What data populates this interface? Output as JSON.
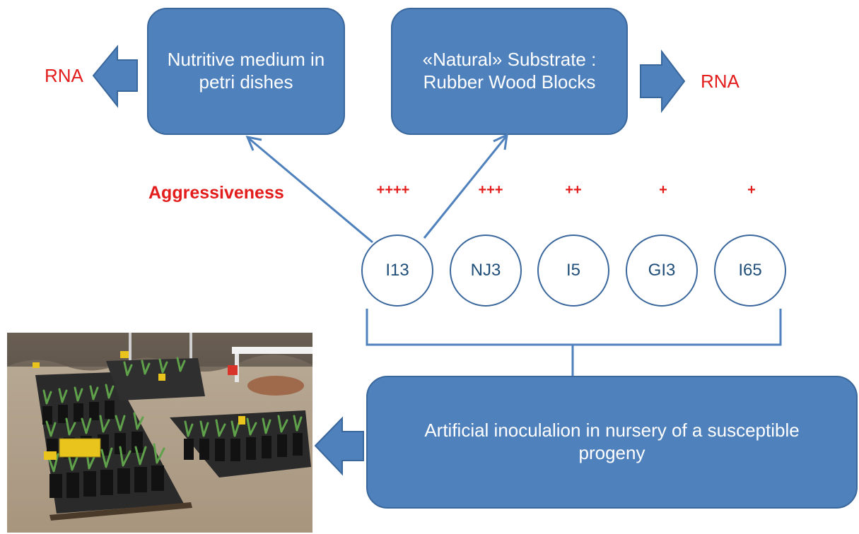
{
  "boxes": {
    "nutritive": "Nutritive medium in petri dishes",
    "natural": "«Natural» Substrate : Rubber Wood Blocks",
    "inoculation": "Artificial inoculalion in nursery of a susceptible progeny"
  },
  "rna": {
    "left": "RNA",
    "right": "RNA"
  },
  "aggressiveness": {
    "label": "Aggressiveness",
    "levels": [
      "++++",
      "+++",
      "++",
      "+",
      "+"
    ]
  },
  "isolates": [
    "I13",
    "NJ3",
    "I5",
    "GI3",
    "I65"
  ],
  "colors": {
    "box_fill": "#4f81bd",
    "box_border": "#3a679c",
    "accent_red": "#e31c1c",
    "circle_text": "#1f4e79"
  },
  "photo": {
    "icon": "nursery-plants-photo"
  }
}
